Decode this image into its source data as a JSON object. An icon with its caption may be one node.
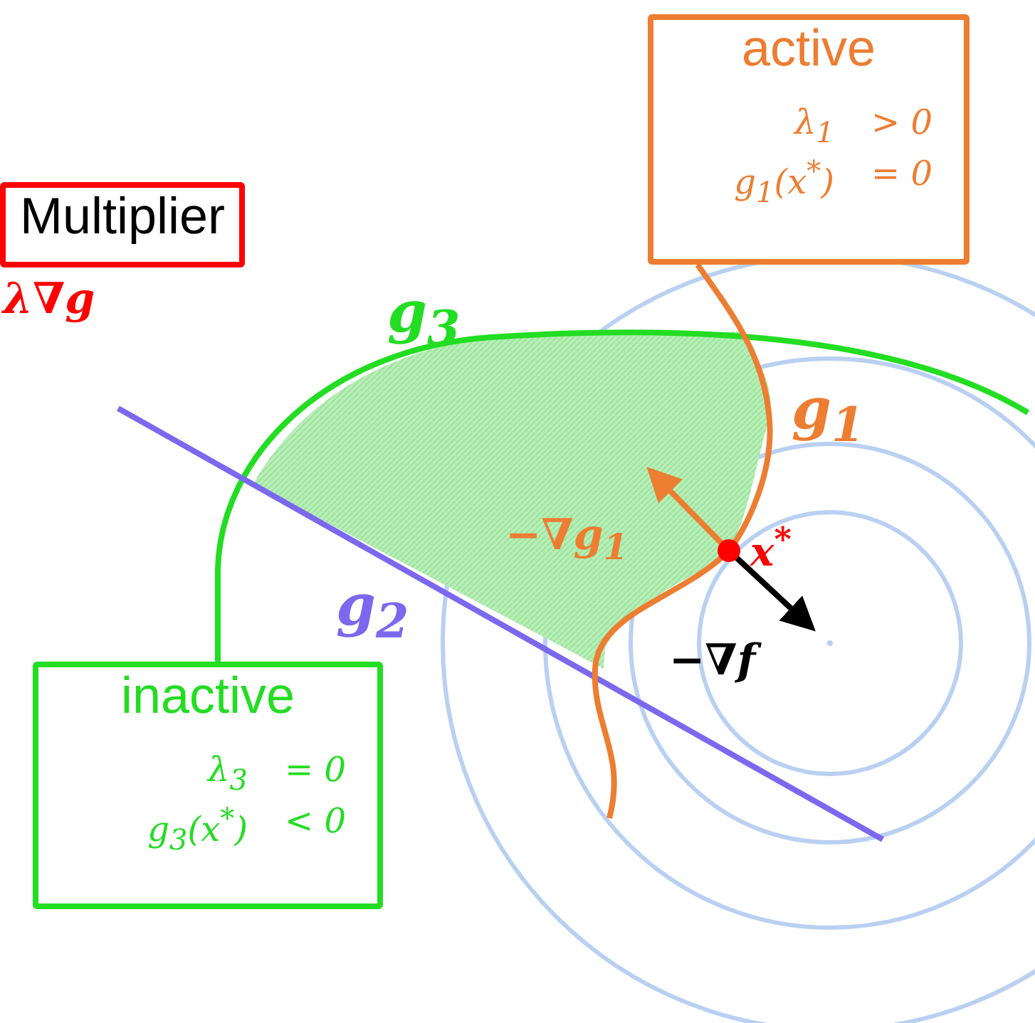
{
  "diagram": {
    "nodes": [
      {
        "text": [
          "Multiplier"
        ]
      },
      {
        "text": [
          "active",
          "λ$_{1}$",
          "> 0",
          "g$_{1}$(x$^{*}$)",
          "= 0"
        ]
      },
      {
        "text": [
          "inactive",
          "λ$_{3}$",
          "= 0",
          "g$_{3}$(x$^{*}$)",
          "< 0"
        ]
      }
    ],
    "labels": [
      "λ∇g",
      "g$_{3}$",
      "g$_{1}$",
      "g$_{2}$",
      "−∇g$_{1}$",
      "x$^{*}$",
      "−∇f"
    ]
  }
}
